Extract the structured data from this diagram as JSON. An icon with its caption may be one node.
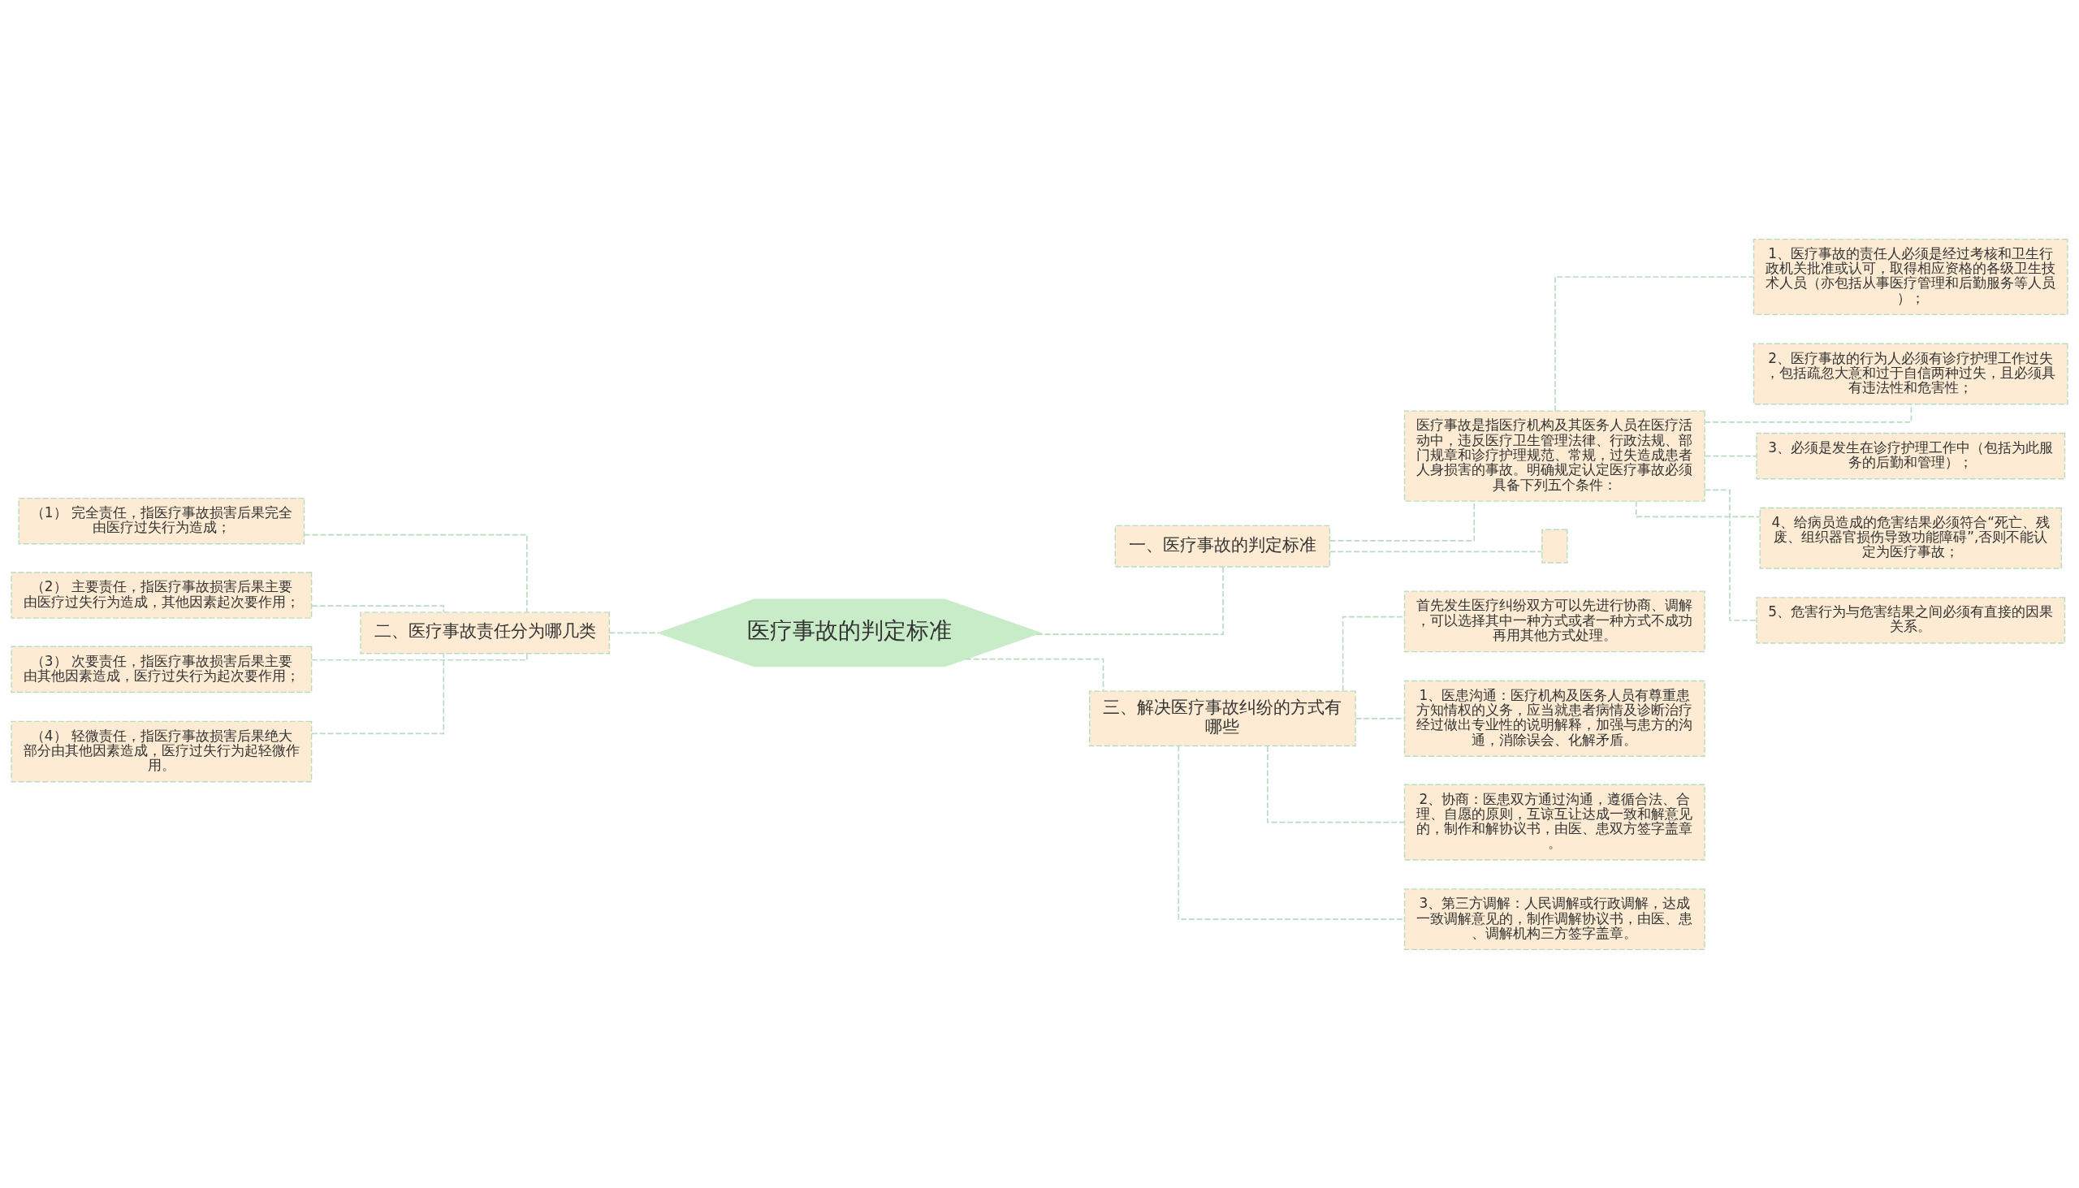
{
  "diagram": {
    "nodes": [
      {
        "text": [
          "医疗事故的判定标准"
        ]
      },
      {
        "text": [
          "一、医疗事故的判定标准"
        ]
      },
      {
        "text": [
          "医疗事故是指医疗机构及其医务人员在医疗活动中，违反医疗卫生管理法律、行政法规、部门规章和诊疗护理规范、常规，过失造成患者人身损害的事故。明确规定认定医疗事故必须具备下列五个条件："
        ]
      },
      {
        "text": [
          "1、医疗事故的责任人必须是经过考核和卫生行政机关批准或认可，取得相应资格的各级卫生技术人员（亦包括从事医疗管理和后勤服务等人员）；"
        ]
      },
      {
        "text": [
          "2、医疗事故的行为人必须有诊疗护理工作过失，包括疏忽大意和过于自信两种过失，且必须具有违法性和危害性；"
        ]
      },
      {
        "text": [
          "3、必须是发生在诊疗护理工作中（包括为此服务的后勤和管理）；"
        ]
      },
      {
        "text": [
          "4、给病员造成的危害结果必须符合“死亡、残废、组织器官损伤导致功能障碍”,否则不能认定为医疗事故；"
        ]
      },
      {
        "text": [
          "5、危害行为与危害结果之间必须有直接的因果关系。"
        ]
      },
      {
        "text": [],
        "shape": "box"
      },
      {
        "text": [
          "二、医疗事故责任分为哪几类"
        ]
      },
      {
        "text": [
          "（1） 完全责任，指医疗事故损害后果完全由医疗过失行为造成；"
        ]
      },
      {
        "text": [
          "（2） 主要责任，指医疗事故损害后果主要由医疗过失行为造成，其他因素起次要作用；"
        ]
      },
      {
        "text": [
          "（3） 次要责任，指医疗事故损害后果主要由其他因素造成，医疗过失行为起次要作用；"
        ]
      },
      {
        "text": [
          "（4） 轻微责任，指医疗事故损害后果绝大部分由其他因素造成，医疗过失行为起轻微作用。"
        ]
      },
      {
        "text": [
          "三、解决医疗事故纠纷的方式有哪些"
        ]
      },
      {
        "text": [
          "首先发生医疗纠纷双方可以先进行协商、调解，可以选择其中一种方式或者一种方式不成功再用其他方式处理。"
        ]
      },
      {
        "text": [
          "1、医患沟通：医疗机构及医务人员有尊重患方知情权的义务，应当就患者病情及诊断治疗经过做出专业性的说明解释，加强与患方的沟通，消除误会、化解矛盾。"
        ]
      },
      {
        "text": [
          "2、协商：医患双方通过沟通，遵循合法、合理、自愿的原则，互谅互让达成一致和解意见的，制作和解协议书，由医、患双方签字盖章。"
        ]
      },
      {
        "text": [
          "3、第三方调解：人民调解或行政调解，达成一致调解意见的，制作调解协议书，由医、患、调解机构三方签字盖章。"
        ]
      }
    ],
    "edges": [
      {
        "from": 0,
        "to": 1,
        "arrow": "none"
      },
      {
        "from": 1,
        "to": 2,
        "arrow": "none"
      },
      {
        "from": 2,
        "to": 3,
        "arrow": "none"
      },
      {
        "from": 2,
        "to": 4,
        "arrow": "none"
      },
      {
        "from": 2,
        "to": 5,
        "arrow": "none"
      },
      {
        "from": 2,
        "to": 6,
        "arrow": "none"
      },
      {
        "from": 2,
        "to": 7,
        "arrow": "none"
      },
      {
        "from": 1,
        "to": 8,
        "arrow": "none"
      },
      {
        "from": 0,
        "to": 9,
        "arrow": "none"
      },
      {
        "from": 9,
        "to": 10,
        "arrow": "none"
      },
      {
        "from": 9,
        "to": 11,
        "arrow": "none"
      },
      {
        "from": 9,
        "to": 12,
        "arrow": "none"
      },
      {
        "from": 9,
        "to": 13,
        "arrow": "none"
      },
      {
        "from": 0,
        "to": 14,
        "arrow": "none"
      },
      {
        "from": 14,
        "to": 15,
        "arrow": "none"
      },
      {
        "from": 14,
        "to": 16,
        "arrow": "none"
      },
      {
        "from": 14,
        "to": 17,
        "arrow": "none"
      },
      {
        "from": 14,
        "to": 18,
        "arrow": "none"
      }
    ]
  }
}
